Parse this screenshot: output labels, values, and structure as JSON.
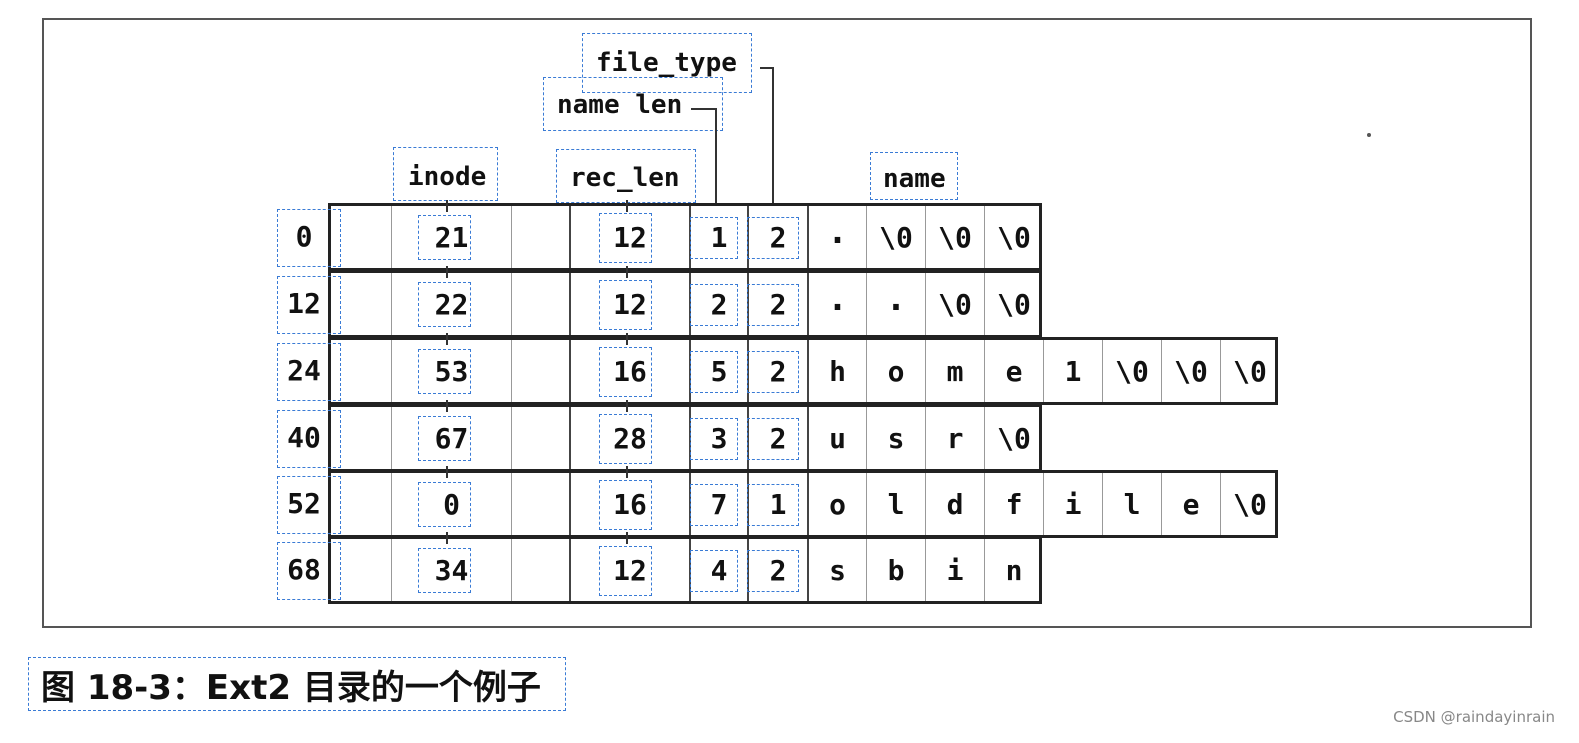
{
  "headers": {
    "file_type": "file_type",
    "name_len": "name len",
    "inode": "inode",
    "rec_len": "rec_len",
    "name": "name"
  },
  "entries": [
    {
      "offset": "0",
      "inode": "21",
      "rec_len": "12",
      "name_len": "1",
      "file_type": "2",
      "name": [
        ".",
        "\\0",
        "\\0",
        "\\0"
      ]
    },
    {
      "offset": "12",
      "inode": "22",
      "rec_len": "12",
      "name_len": "2",
      "file_type": "2",
      "name": [
        ".",
        ".",
        "\\0",
        "\\0"
      ]
    },
    {
      "offset": "24",
      "inode": "53",
      "rec_len": "16",
      "name_len": "5",
      "file_type": "2",
      "name": [
        "h",
        "o",
        "m",
        "e",
        "1",
        "\\0",
        "\\0",
        "\\0"
      ]
    },
    {
      "offset": "40",
      "inode": "67",
      "rec_len": "28",
      "name_len": "3",
      "file_type": "2",
      "name": [
        "u",
        "s",
        "r",
        "\\0"
      ]
    },
    {
      "offset": "52",
      "inode": "0",
      "rec_len": "16",
      "name_len": "7",
      "file_type": "1",
      "name": [
        "o",
        "l",
        "d",
        "f",
        "i",
        "l",
        "e",
        "\\0"
      ]
    },
    {
      "offset": "68",
      "inode": "34",
      "rec_len": "12",
      "name_len": "4",
      "file_type": "2",
      "name": [
        "s",
        "b",
        "i",
        "n"
      ]
    }
  ],
  "caption": "图 18-3：Ext2 目录的一个例子",
  "watermark": "CSDN @raindayinrain"
}
